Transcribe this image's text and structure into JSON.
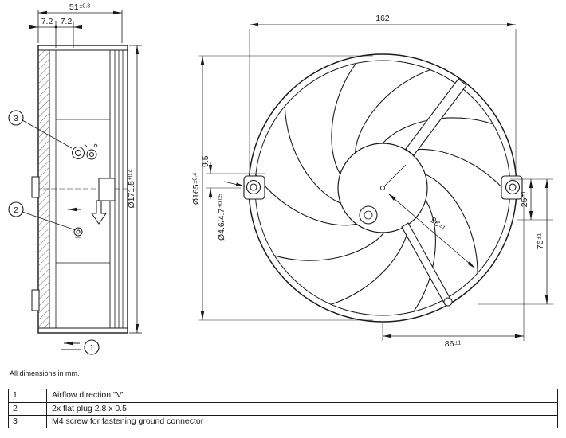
{
  "colors": {
    "ink": "#1a1a1a",
    "background": "#ffffff"
  },
  "side_view": {
    "dims": {
      "depth": {
        "value": "51",
        "tol": "±0.3"
      },
      "flange1": "7.2",
      "flange2": "7.2",
      "outer_diameter": {
        "value": "Ø171.5",
        "tol": "±0.4"
      }
    },
    "callouts": {
      "airflow": "1",
      "plugs": "2",
      "ground_screw": "3"
    }
  },
  "front_view": {
    "dims": {
      "width": "162",
      "ring_diameter": {
        "value": "Ø165",
        "tol": "±0.4"
      },
      "ear_offset": "9.5",
      "hole_diameter": {
        "value": "Ø4.6/4.7",
        "tol": "±0.05"
      },
      "strut_length": {
        "value": "96",
        "tol": "±1"
      },
      "dim_25": {
        "value": "25",
        "tol": "±1"
      },
      "dim_76": {
        "value": "76",
        "tol": "±1"
      },
      "dim_86": {
        "value": "86",
        "tol": "±1"
      }
    }
  },
  "notes": {
    "units": "All dimensions in mm."
  },
  "legend": {
    "rows": [
      {
        "num": "1",
        "desc": "Airflow direction \"V\""
      },
      {
        "num": "2",
        "desc": "2x flat plug 2.8 x 0.5"
      },
      {
        "num": "3",
        "desc": "M4 screw for fastening ground connector"
      }
    ]
  }
}
